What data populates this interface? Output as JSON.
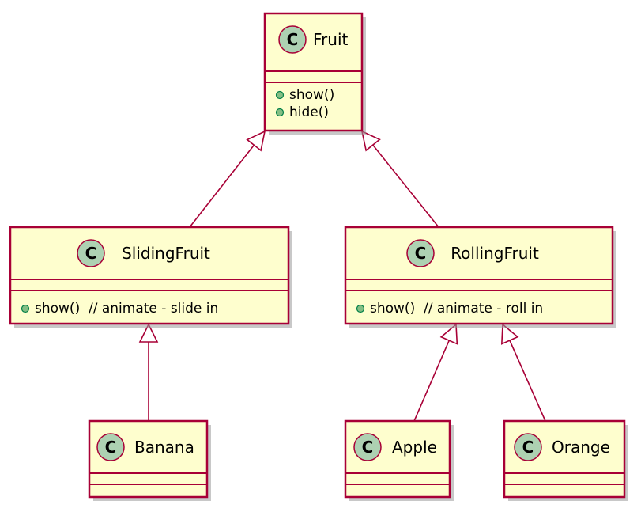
{
  "diagram": {
    "classes": [
      {
        "id": "fruit",
        "badge": "C",
        "name": "Fruit",
        "members": [
          "show()",
          "hide()"
        ]
      },
      {
        "id": "sliding",
        "badge": "C",
        "name": "SlidingFruit",
        "members": [
          "show()  // animate - slide in"
        ]
      },
      {
        "id": "rolling",
        "badge": "C",
        "name": "RollingFruit",
        "members": [
          "show()  // animate - roll in"
        ]
      },
      {
        "id": "banana",
        "badge": "C",
        "name": "Banana",
        "members": []
      },
      {
        "id": "apple",
        "badge": "C",
        "name": "Apple",
        "members": []
      },
      {
        "id": "orange",
        "badge": "C",
        "name": "Orange",
        "members": []
      }
    ],
    "relations": [
      {
        "from": "sliding",
        "to": "fruit",
        "type": "extends"
      },
      {
        "from": "rolling",
        "to": "fruit",
        "type": "extends"
      },
      {
        "from": "banana",
        "to": "sliding",
        "type": "extends"
      },
      {
        "from": "apple",
        "to": "rolling",
        "type": "extends"
      },
      {
        "from": "orange",
        "to": "rolling",
        "type": "extends"
      }
    ],
    "colors": {
      "box_fill": "#FEFECE",
      "border": "#A80036",
      "badge_fill": "#ADD1B2",
      "public_dot": "#84BE84"
    }
  }
}
